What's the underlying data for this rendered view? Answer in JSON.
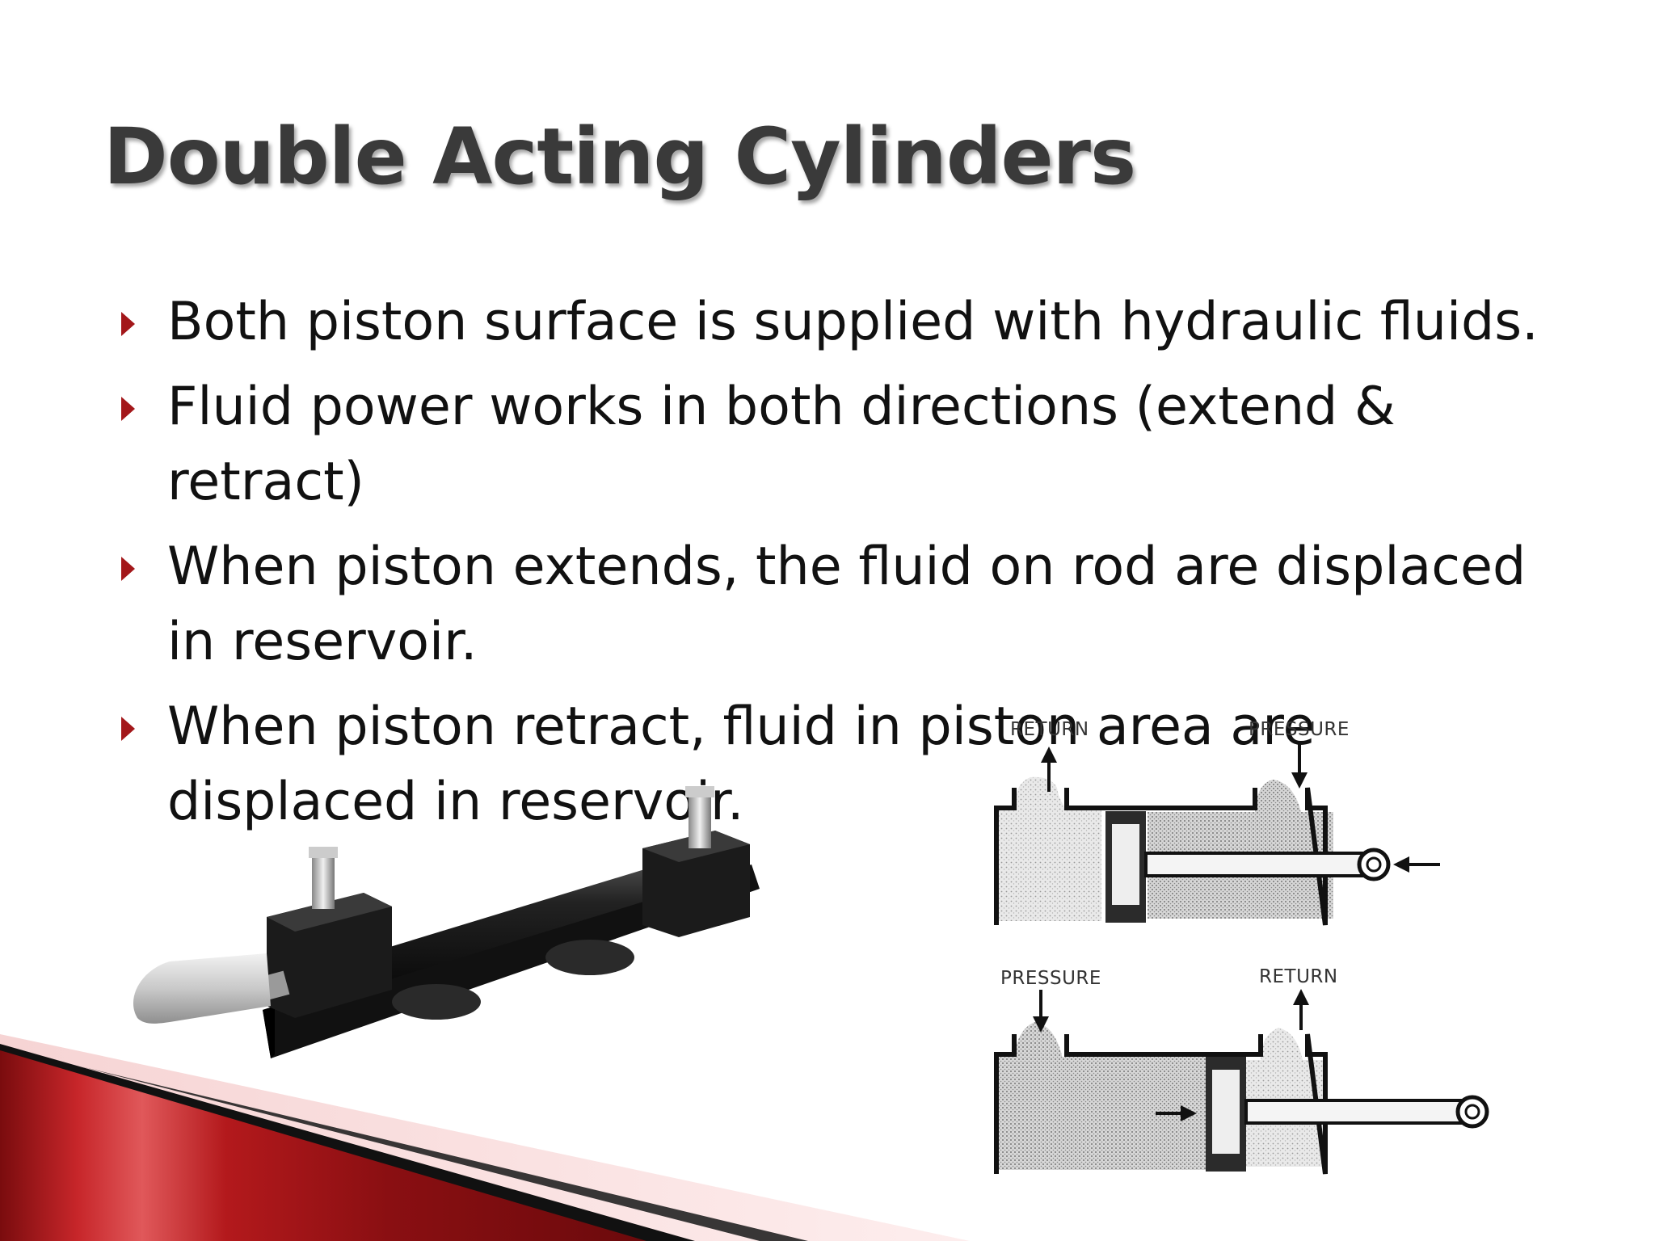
{
  "slide": {
    "title": "Double Acting Cylinders",
    "bullets": [
      "Both piston surface is supplied with hydraulic fluids.",
      "Fluid power works in both directions (extend & retract)",
      "When piston extends, the fluid on rod are displaced in reservoir.",
      "When piston retract, fluid in piston area are displaced in reservoir."
    ]
  },
  "diagram": {
    "top_left_label": "RETURN",
    "top_right_label": "PRESSURE",
    "bottom_left_label": "PRESSURE",
    "bottom_right_label": "RETURN"
  },
  "colors": {
    "accent": "#a3171a",
    "title": "#3a3a3a"
  }
}
